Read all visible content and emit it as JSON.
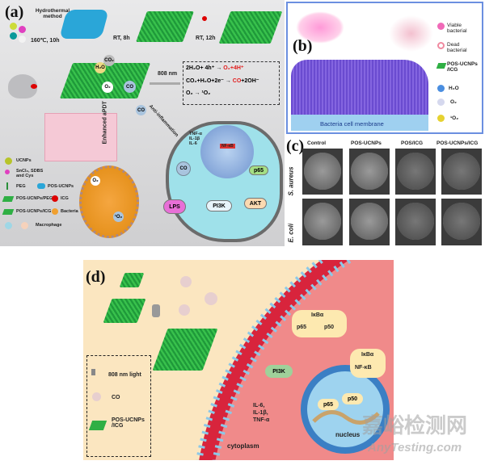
{
  "panel_a": {
    "label": "(a)",
    "step1": {
      "title": "Hydrothermal method",
      "condition": "160℃, 10h"
    },
    "step2": {
      "condition": "RT, 8h"
    },
    "step3": {
      "condition": "RT, 12h"
    },
    "bubbles": {
      "h2o": "H₂O",
      "co2": "CO₂",
      "o2": "O₂",
      "co": "CO"
    },
    "wavelength": "808 nm",
    "equations": [
      {
        "left": "2H₂O+ 4h⁺",
        "product_red": "O₂",
        "product_rest": "+4H⁺"
      },
      {
        "left": "CO₂+H₂O+2e⁻",
        "product_red": "CO",
        "product_rest": "+2OH⁻"
      },
      {
        "left": "O₂",
        "product_red": "",
        "product_rest": "¹O₂"
      }
    ],
    "free_co": "CO",
    "anti_inflammation": "Anti-inflammation",
    "enhanced_apdt": "Enhanced aPDT",
    "bacterium_labels": {
      "o2": "O₂",
      "singlet_o2": "¹O₂"
    },
    "cell": {
      "cytokines": "TNF-α\nIL-1β\nIL-6",
      "nfkb": "NF-κB",
      "co": "CO",
      "lps": "LPS",
      "pi3k": "PI3K",
      "akt": "AKT",
      "p65": "p65"
    },
    "legend": [
      {
        "label": "UCNPs"
      },
      {
        "label": "SnCl₂, SDBS and Cys"
      },
      {
        "label": "PEG"
      },
      {
        "label": "POS-UCNPs"
      },
      {
        "label": "POS-UCNPs/PEG"
      },
      {
        "label": "ICG"
      },
      {
        "label": "POS-UCNPs/ICG"
      },
      {
        "label": "Bacteria"
      },
      {
        "label": "Macrophage"
      }
    ]
  },
  "panel_b": {
    "label": "(b)",
    "membrane_label": "Bacteria cell membrane",
    "legend": [
      "Viable bacterial",
      "Dead bacterial",
      "POS-UCNPs /ICG",
      "H₂O",
      "O₂",
      "¹O₂"
    ]
  },
  "panel_c": {
    "label": "(c)",
    "columns": [
      "Control",
      "POS-UCNPs",
      "POS/ICG",
      "POS-UCNPs/ICG"
    ],
    "rows": [
      "S. aureus",
      "E. coli"
    ]
  },
  "panel_d": {
    "label": "(d)",
    "legend": {
      "light": "808 nm light",
      "co": "CO",
      "material": "POS-UCNPs /ICG"
    },
    "pi3k": "PI3K",
    "complex1": {
      "ikba": "IκBα",
      "p65": "p65",
      "p50": "p50"
    },
    "complex2": {
      "ikba": "IκBα",
      "nfkb": "NF-κB"
    },
    "dna": {
      "p65": "p65",
      "p50": "p50"
    },
    "cytokines": "IL-6,\nIL-1β,\nTNF-α",
    "cytoplasm": "cytoplasm",
    "nucleus": "nucleus"
  },
  "watermark": {
    "cn": "嘉峪检测网",
    "en": "AnyTesting.com"
  }
}
